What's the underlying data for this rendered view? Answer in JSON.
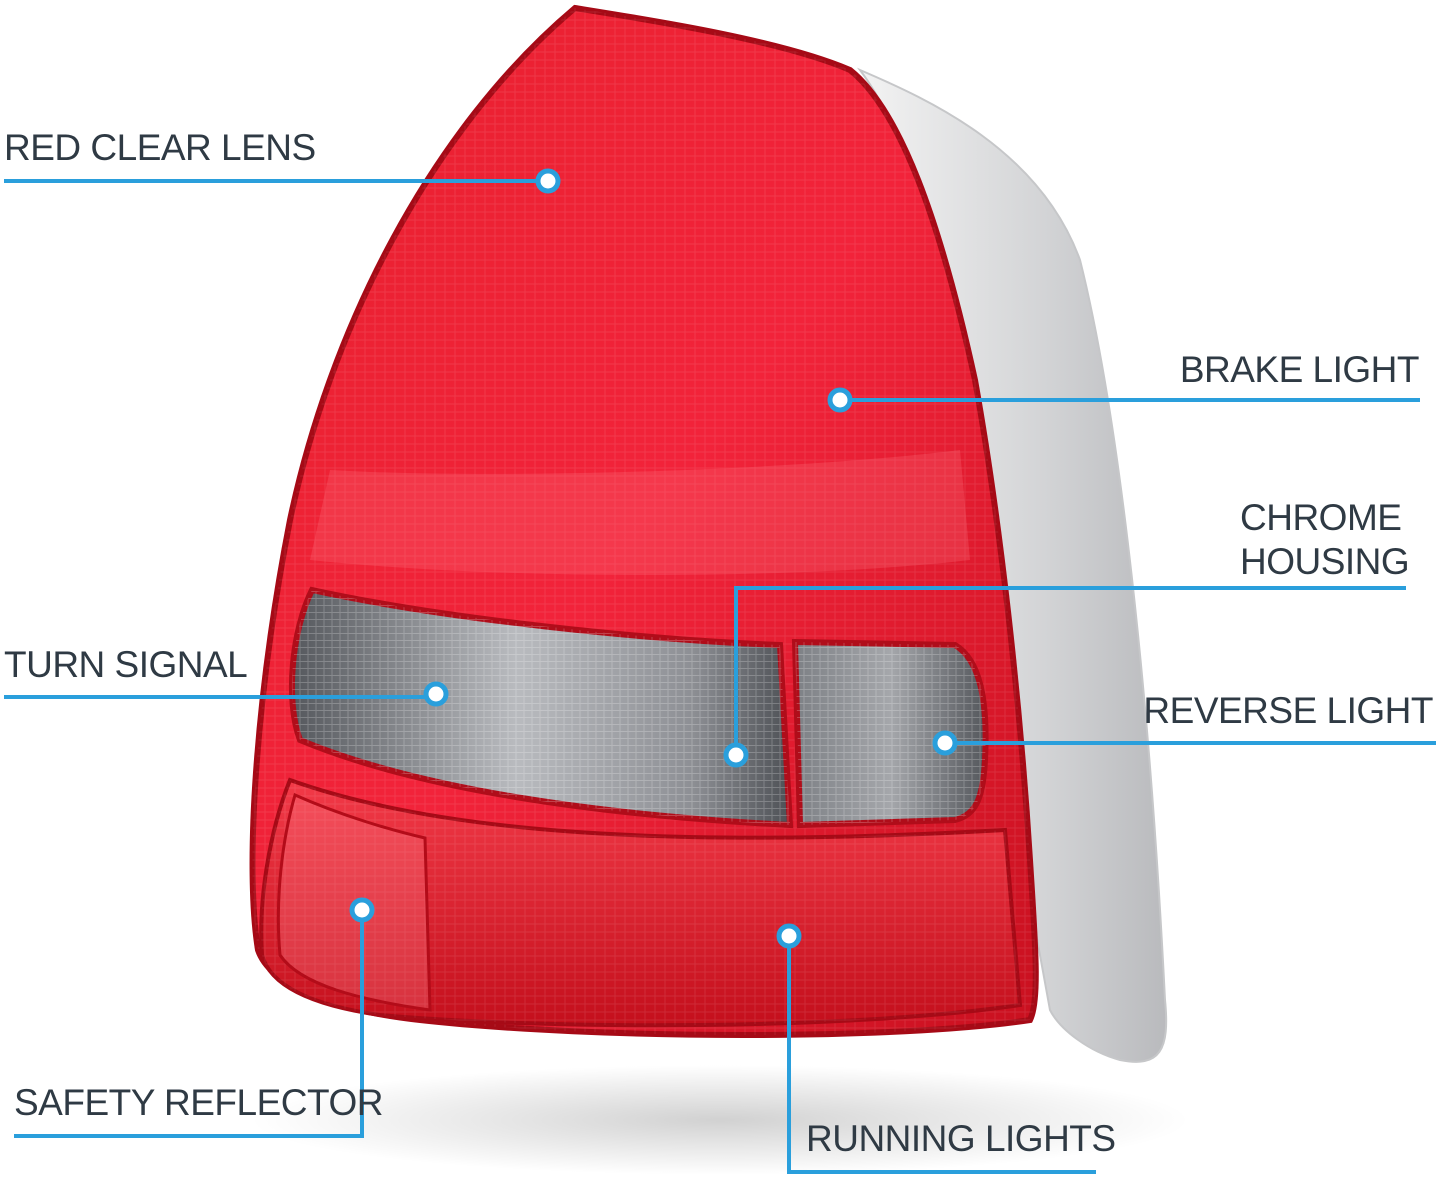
{
  "diagram": {
    "accent_color": "#2a9fdc",
    "lens_red": "#e01224",
    "smoke_gray": "#6c6f74",
    "housing_gray": "#d6d7d9",
    "callouts": [
      {
        "id": "red-clear-lens",
        "lines": [
          "RED CLEAR LENS"
        ]
      },
      {
        "id": "brake-light",
        "lines": [
          "BRAKE LIGHT"
        ]
      },
      {
        "id": "chrome-housing",
        "lines": [
          "CHROME",
          "HOUSING"
        ]
      },
      {
        "id": "turn-signal",
        "lines": [
          "TURN SIGNAL"
        ]
      },
      {
        "id": "reverse-light",
        "lines": [
          "REVERSE LIGHT"
        ]
      },
      {
        "id": "safety-reflector",
        "lines": [
          "SAFETY REFLECTOR"
        ]
      },
      {
        "id": "running-lights",
        "lines": [
          "RUNNING LIGHTS"
        ]
      }
    ]
  }
}
